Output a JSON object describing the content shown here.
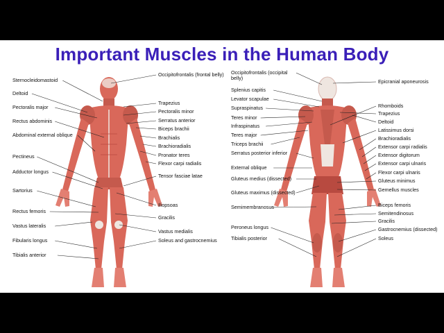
{
  "title": "Important Muscles in the Human Body",
  "anterior": {
    "left_labels": [
      "Sternocleidomastoid",
      "Deltoid",
      "Pectoralis major",
      "Rectus abdominis",
      "Abdominal external oblique",
      "Pectineus",
      "Adductor longus",
      "Sartorius",
      "Rectus femoris",
      "Vastus lateralis",
      "Fibularis longus",
      "Tibialis anterior"
    ],
    "right_labels": [
      "Occipitofrontalis (frontal belly)",
      "Trapezius",
      "Pectoralis minor",
      "Serratus anterior",
      "Biceps brachii",
      "Brachialis",
      "Brachioradialis",
      "Pronator teres",
      "Flexor carpi radialis",
      "Tensor fasciae latae",
      "Iliopsoas",
      "Gracilis",
      "Vastus medialis",
      "Soleus and gastrocnemius"
    ]
  },
  "posterior": {
    "left_labels": [
      "Occipitofrontalis (occipital belly)",
      "Splenius capitis",
      "Levator scapulae",
      "Supraspinatus",
      "Teres minor",
      "Infraspinatus",
      "Teres major",
      "Triceps brachii",
      "Serratus posterior inferior",
      "External oblique",
      "Gluteus medius (dissected)",
      "Gluteus maximus (dissected)",
      "Semimembranosus",
      "Peroneus longus",
      "Tibialis posterior"
    ],
    "right_labels": [
      "Epicranial aponeurosis",
      "Rhomboids",
      "Trapezius",
      "Deltoid",
      "Latissimus dorsi",
      "Brachioradialis",
      "Extensor carpi radialis",
      "Extensor digitorum",
      "Extensor carpi ulnaris",
      "Flexor carpi ulnaris",
      "Gluteus minimus",
      "Gemellus muscles",
      "Biceps femoris",
      "Semitendinosus",
      "Gracilis",
      "Gastrocnemius (dissected)",
      "Soleus"
    ]
  },
  "colors": {
    "title": "#3a1fb8",
    "muscle": "#d9685a",
    "muscle_dark": "#b84a40",
    "tendon": "#efe6e0",
    "leader": "#222222",
    "letterbox": "#000000"
  }
}
